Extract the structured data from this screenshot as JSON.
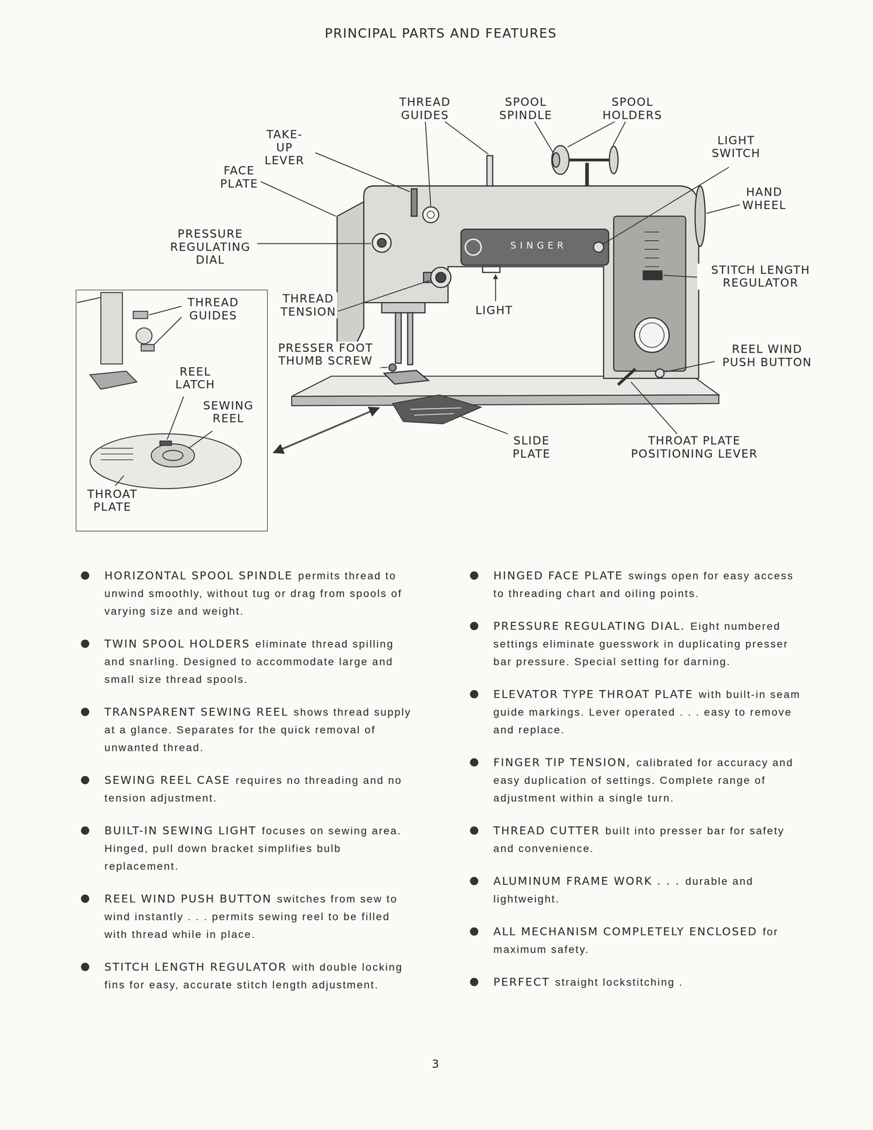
{
  "diagram": {
    "title": "PRINCIPAL PARTS AND FEATURES",
    "nodes": [
      {
        "text": [
          "THREAD GUIDES",
          "REEL LATCH",
          "SEWING REEL",
          "THROAT PLATE"
        ]
      }
    ],
    "labels": [
      "THREAD GUIDES",
      "SPOOL SPINDLE",
      "SPOOL HOLDERS",
      "TAKE-UP LEVER",
      "FACE PLATE",
      "LIGHT SWITCH",
      "HAND WHEEL",
      "PRESSURE REGULATING DIAL",
      "STITCH LENGTH REGULATOR",
      "THREAD TENSION",
      "LIGHT",
      "PRESSER FOOT THUMB SCREW",
      "REEL WIND PUSH BUTTON",
      "SINGER",
      "SLIDE PLATE",
      "THROAT PLATE POSITIONING LEVER",
      "HORIZONTAL SPOOL SPINDLE",
      "permits thread to unwind smoothly, without tug or drag from spools of varying size and weight.",
      "TWIN SPOOL HOLDERS",
      "eliminate thread spilling and snarling. Designed to accommodate large and small size thread spools.",
      "TRANSPARENT SEWING REEL",
      "shows thread supply at a glance. Separates for the quick removal of unwanted thread.",
      "SEWING REEL CASE",
      "requires no threading and no tension adjustment.",
      "BUILT-IN SEWING LIGHT",
      "focuses on sewing area. Hinged, pull down bracket simplifies bulb replacement.",
      "REEL WIND PUSH BUTTON",
      "switches from sew to wind instantly . . . permits sewing reel to be filled with thread while in place.",
      "STITCH LENGTH REGULATOR",
      "with double locking fins for easy, accurate stitch length adjustment.",
      "HINGED FACE PLATE",
      "swings open for easy access to threading chart and oiling points.",
      "PRESSURE REGULATING DIAL.",
      "Eight numbered settings eliminate guesswork in duplicating presser bar pressure. Special setting for darning.",
      "ELEVATOR TYPE THROAT PLATE",
      "with built-in seam guide markings. Lever operated . . . easy to remove and replace.",
      "FINGER TIP TENSION,",
      "calibrated for accuracy and easy duplication of settings. Complete range of adjustment within a single turn.",
      "THREAD CUTTER",
      "built into presser bar for safety and convenience.",
      "ALUMINUM FRAME WORK . . .",
      "durable and lightweight.",
      "ALL MECHANISM COMPLETELY ENCLOSED",
      "for maximum safety.",
      "PERFECT",
      "straight lockstitching .",
      "3"
    ]
  }
}
